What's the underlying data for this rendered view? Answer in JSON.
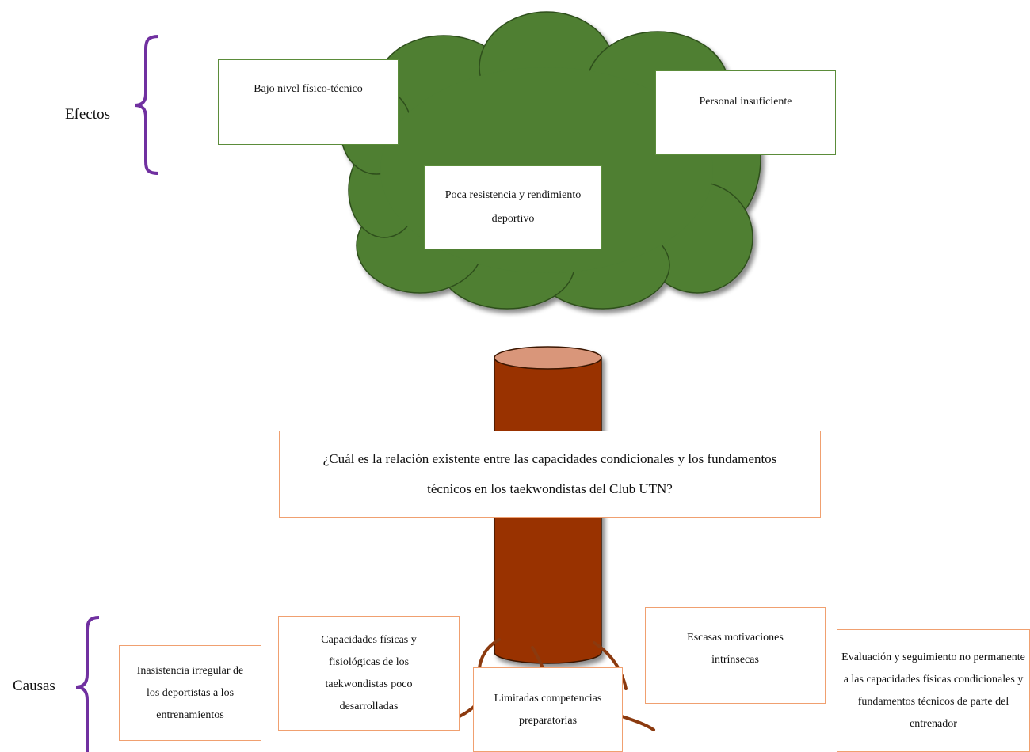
{
  "labels": {
    "effects": "Efectos",
    "causes": "Causas"
  },
  "effects": [
    "Bajo nivel físico-técnico",
    "Personal insuficiente",
    "Poca resistencia y rendimiento deportivo"
  ],
  "question": "¿Cuál es la relación existente entre las capacidades condicionales y los fundamentos técnicos en los taekwondistas del Club UTN?",
  "causes": [
    "Inasistencia irregular de los deportistas a los entrenamientos",
    "Capacidades físicas y fisiológicas de los taekwondistas poco desarrolladas",
    "Limitadas competencias preparatorias",
    "Escasas motivaciones intrínsecas",
    "Evaluación y seguimiento no permanente a las capacidades físicas condicionales y fundamentos técnicos de parte del entrenador"
  ],
  "colors": {
    "canopy": "#4f7f32",
    "canopy_outline": "#2f4f1c",
    "trunk": "#993300",
    "trunk_top": "#d9967a",
    "bracket": "#7030a0",
    "effect_border": "#5b8c3a",
    "cause_border": "#f0a070"
  }
}
